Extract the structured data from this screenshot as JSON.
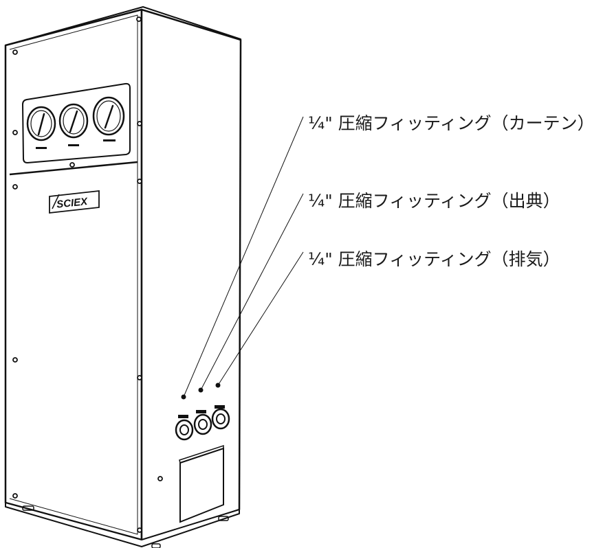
{
  "labels": {
    "curtain": "¼\" 圧縮フィッティング（カーテン）",
    "source": "¼\" 圧縮フィッティング（出典）",
    "exhaust": "¼\" 圧縮フィッティング（排気）"
  },
  "logo": "SCIEX",
  "gauges": [
    "gauge-1",
    "gauge-2",
    "gauge-3"
  ],
  "colors": {
    "line": "#111111",
    "background": "#ffffff"
  }
}
